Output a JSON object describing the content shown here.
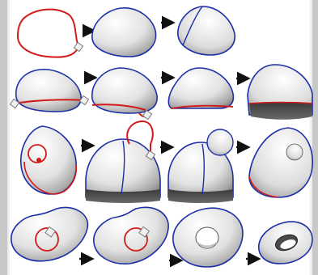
{
  "figure": {
    "kind": "sketch-based shape modeling sequence",
    "colors": {
      "stroke_red": "#d21a1a",
      "silhouette_blue": "#1c2fa6",
      "surface_light": "#ffffff",
      "surface_shade": "#7d7d7d",
      "arrow": "#111111",
      "background": "#ffffff",
      "border": "#c8c8c8"
    },
    "rows": [
      {
        "steps": [
          "sketch-outline",
          "inflated-blob",
          "cut-blob"
        ]
      },
      {
        "steps": [
          "blob-with-cut-stroke",
          "blob-with-cut-stroke-2",
          "cut-half",
          "extruded-cap"
        ]
      },
      {
        "steps": [
          "blob-with-circle-stroke",
          "dome-with-extrude-stroke",
          "dome-with-bump",
          "shape-with-bump"
        ]
      },
      {
        "steps": [
          "blob-with-hole-stroke",
          "blob-with-hole-stroke-2",
          "blob-with-hole",
          "torus"
        ]
      }
    ]
  }
}
